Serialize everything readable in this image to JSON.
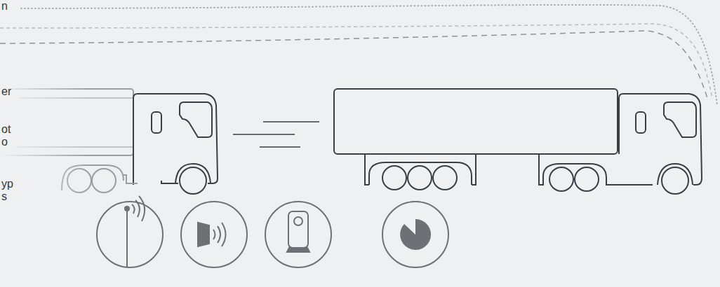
{
  "diagram": {
    "labels": [
      "n",
      "er",
      "ot o",
      "yp s"
    ]
  }
}
